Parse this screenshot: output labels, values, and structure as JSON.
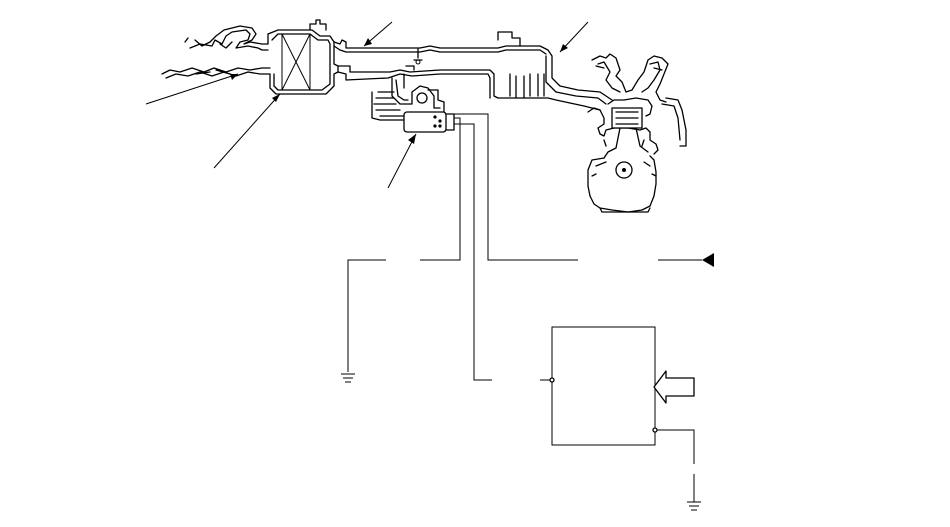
{
  "diagram": {
    "components": [
      {
        "id": "intake-resonator",
        "label": ""
      },
      {
        "id": "air-cleaner",
        "label": ""
      },
      {
        "id": "intake-air-duct",
        "label": ""
      },
      {
        "id": "throttle-body",
        "label": ""
      },
      {
        "id": "mass-air-flow-sensor",
        "label": ""
      },
      {
        "id": "intake-manifold",
        "label": ""
      },
      {
        "id": "engine",
        "label": ""
      },
      {
        "id": "ecm",
        "label": ""
      }
    ],
    "connections": [
      {
        "from": "mass-air-flow-sensor",
        "to": "ground"
      },
      {
        "from": "mass-air-flow-sensor",
        "to": "ecm"
      },
      {
        "from": "mass-air-flow-sensor",
        "to": "external-connection"
      },
      {
        "from": "ecm",
        "to": "ground"
      }
    ],
    "leader_lines": 5
  }
}
